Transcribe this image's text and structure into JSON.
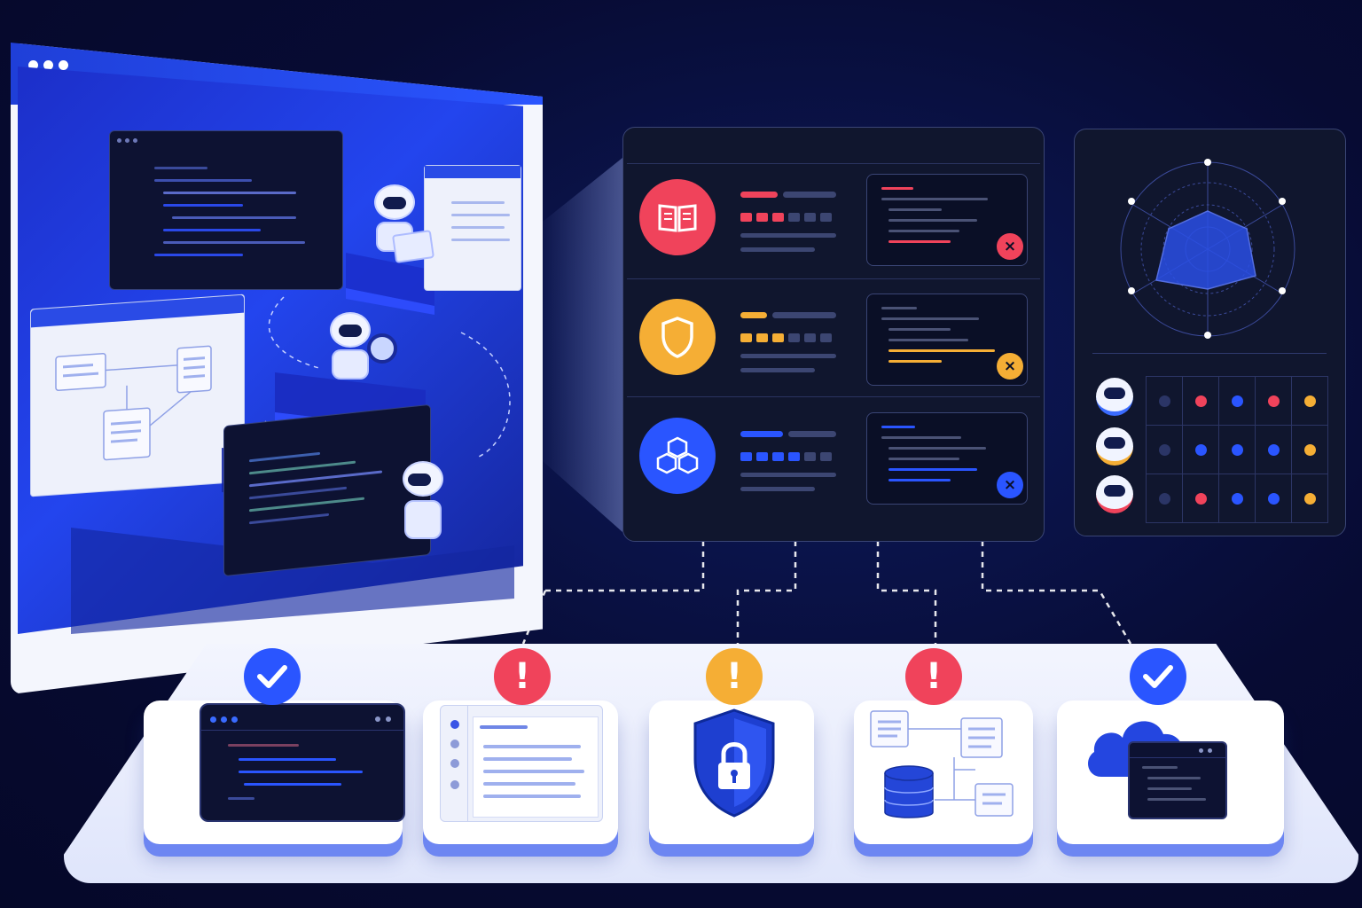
{
  "colors": {
    "background": "#070b33",
    "accent_blue": "#2a55ff",
    "error_red": "#f0435b",
    "warning_yellow": "#f5ae35",
    "success_blue": "#2a55ff",
    "panel_dark": "#10162e"
  },
  "browser": {
    "window_icons": [
      "window-dot-icon",
      "window-dot-icon",
      "window-dot-icon"
    ],
    "sidebar_items": 5
  },
  "analysis": {
    "rows": [
      {
        "icon": "book-icon",
        "color": "#f0435b",
        "segments_filled": 3,
        "badge_icon": "close-icon"
      },
      {
        "icon": "shield-icon",
        "color": "#f5ae35",
        "segments_filled": 3,
        "badge_icon": "close-icon"
      },
      {
        "icon": "cubes-icon",
        "color": "#2a55ff",
        "segments_filled": 4,
        "badge_icon": "close-icon"
      }
    ]
  },
  "radar": {
    "agents": [
      "robot-icon",
      "robot-icon",
      "robot-icon"
    ],
    "agent_colors": [
      "#3a6bff",
      "#f5ae35",
      "#f0435b"
    ],
    "matrix": [
      [
        "#2b3566",
        "#f0435b",
        "#2a55ff",
        "#f0435b",
        "#f5ae35"
      ],
      [
        "#2b3566",
        "#2a55ff",
        "#2a55ff",
        "#2a55ff",
        "#f5ae35"
      ],
      [
        "#2b3566",
        "#f0435b",
        "#2a55ff",
        "#2a55ff",
        "#f5ae35"
      ]
    ]
  },
  "pipeline": {
    "stages": [
      {
        "icon": "code-window-icon",
        "status": "check",
        "status_color": "#2a55ff"
      },
      {
        "icon": "document-icon",
        "status": "error",
        "status_color": "#f0435b"
      },
      {
        "icon": "lock-shield-icon",
        "status": "warning",
        "status_color": "#f5ae35"
      },
      {
        "icon": "database-icon",
        "status": "error",
        "status_color": "#f0435b"
      },
      {
        "icon": "cloud-icon",
        "status": "check",
        "status_color": "#2a55ff"
      }
    ]
  }
}
